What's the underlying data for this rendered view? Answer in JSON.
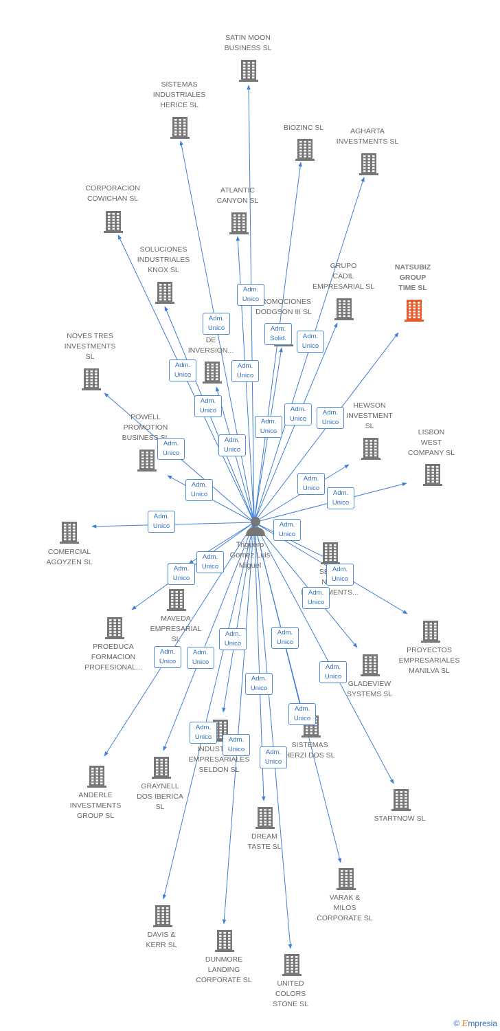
{
  "center": {
    "name": "Triguero\nGomez Luis\nMiguel"
  },
  "colors": {
    "arrow": "#3f7fd6",
    "building": "#777777",
    "highlight": "#e85a2a",
    "badge_border": "#4a8ad8"
  },
  "nodes": [
    {
      "id": "satin",
      "label": "SATIN MOON\nBUSINESS SL"
    },
    {
      "id": "sistemas_herice",
      "label": "SISTEMAS\nINDUSTRIALES\nHERICE  SL"
    },
    {
      "id": "biozinc",
      "label": "BIOZINC SL"
    },
    {
      "id": "agharta",
      "label": "AGHARTA\nINVESTMENTS SL"
    },
    {
      "id": "cowichan",
      "label": "CORPORACION\nCOWICHAN SL"
    },
    {
      "id": "atlantic",
      "label": "ATLANTIC\nCANYON SL"
    },
    {
      "id": "knox",
      "label": "SOLUCIONES\nINDUSTRIALES\nKNOX SL"
    },
    {
      "id": "grupo_cadil",
      "label": "GRUPO\nCADIL\nEMPRESARIAL SL"
    },
    {
      "id": "natsubiz",
      "label": "NATSUBIZ\nGROUP\nTIME  SL",
      "highlight": true
    },
    {
      "id": "promociones",
      "label": "PROMOCIONES\nDODGSON III SL"
    },
    {
      "id": "estudios",
      "label": "ES...\nDE\nINVERSION..."
    },
    {
      "id": "noves",
      "label": "NOVES TRES\nINVESTMENTS\nSL"
    },
    {
      "id": "hewson",
      "label": "HEWSON\nINVESTMENT\nSL"
    },
    {
      "id": "lisbon",
      "label": "LISBON\nWEST\nCOMPANY  SL"
    },
    {
      "id": "powell",
      "label": "POWELL\nPROMOTION\nBUSINESS  SL"
    },
    {
      "id": "comercial",
      "label": "COMERCIAL\nAGOYZEN SL"
    },
    {
      "id": "sec",
      "label": "SEC...\nNE...\nINVESTMENTS..."
    },
    {
      "id": "maveda",
      "label": "MAVEDA\nEMPRESARIAL\nSL"
    },
    {
      "id": "proeduca",
      "label": "PROEDUCA\nFORMACION\nPROFESIONAL..."
    },
    {
      "id": "proyectos",
      "label": "PROYECTOS\nEMPRESARIALES\nMANILVA SL"
    },
    {
      "id": "gladeview",
      "label": "GLADEVIEW\nSYSTEMS  SL"
    },
    {
      "id": "sistemas_herzi",
      "label": "SISTEMAS\nHERZI DOS SL"
    },
    {
      "id": "seldon",
      "label": "INDUSTRIAS\nEMPRESARIALES\nSELDON SL"
    },
    {
      "id": "anderle",
      "label": "ANDERLE\nINVESTMENTS\nGROUP SL"
    },
    {
      "id": "graynell",
      "label": "GRAYNELL\nDOS IBERICA\nSL"
    },
    {
      "id": "dream",
      "label": "DREAM\nTASTE SL"
    },
    {
      "id": "startnow",
      "label": "STARTNOW SL"
    },
    {
      "id": "varak",
      "label": "VARAK &\nMILOS\nCORPORATE SL"
    },
    {
      "id": "davis",
      "label": "DAVIS &\nKERR SL"
    },
    {
      "id": "dunmore",
      "label": "DUNMORE\nLANDING\nCORPORATE SL"
    },
    {
      "id": "united",
      "label": "UNITED\nCOLORS\nSTONE SL"
    }
  ],
  "edges": [
    {
      "to": "satin",
      "role": "Adm.\nUnico"
    },
    {
      "to": "sistemas_herice",
      "role": "Adm.\nUnico"
    },
    {
      "to": "biozinc",
      "role": "Adm.\nUnico"
    },
    {
      "to": "agharta",
      "role": "Adm.\nUnico"
    },
    {
      "to": "cowichan",
      "role": "Adm.\nUnico"
    },
    {
      "to": "atlantic",
      "role": "Adm.\nUnico"
    },
    {
      "to": "knox",
      "role": "Adm.\nUnico"
    },
    {
      "to": "grupo_cadil",
      "role": "Adm.\nUnico"
    },
    {
      "to": "natsubiz",
      "role": "Adm.\nUnico"
    },
    {
      "to": "promociones",
      "role": "Adm.\nSolid."
    },
    {
      "to": "estudios",
      "role": "Adm.\nUnico"
    },
    {
      "to": "noves",
      "role": "Adm.\nUnico"
    },
    {
      "to": "hewson",
      "role": "Adm.\nUnico"
    },
    {
      "to": "lisbon",
      "role": "Adm.\nUnico"
    },
    {
      "to": "powell",
      "role": "Adm.\nUnico"
    },
    {
      "to": "comercial",
      "role": "Adm.\nUnico"
    },
    {
      "to": "sec",
      "role": "Adm.\nUnico"
    },
    {
      "to": "maveda",
      "role": "Adm.\nUnico"
    },
    {
      "to": "proeduca",
      "role": "Adm.\nUnico"
    },
    {
      "to": "proyectos",
      "role": "Adm.\nUnico"
    },
    {
      "to": "gladeview",
      "role": "Adm.\nUnico"
    },
    {
      "to": "sistemas_herzi",
      "role": "Adm.\nUnico"
    },
    {
      "to": "seldon",
      "role": "Adm.\nUnico"
    },
    {
      "to": "anderle",
      "role": "Adm.\nUnico"
    },
    {
      "to": "graynell",
      "role": "Adm.\nUnico"
    },
    {
      "to": "dream",
      "role": "Adm.\nUnico"
    },
    {
      "to": "startnow",
      "role": "Adm.\nUnico"
    },
    {
      "to": "varak",
      "role": "Adm.\nUnico"
    },
    {
      "to": "davis",
      "role": "Adm.\nUnico"
    },
    {
      "to": "dunmore",
      "role": "Adm.\nUnico"
    },
    {
      "to": "united",
      "role": "Adm.\nUnico"
    }
  ],
  "footer": {
    "copyright": "©",
    "brand_first": "E",
    "brand_rest": "mpresia"
  }
}
